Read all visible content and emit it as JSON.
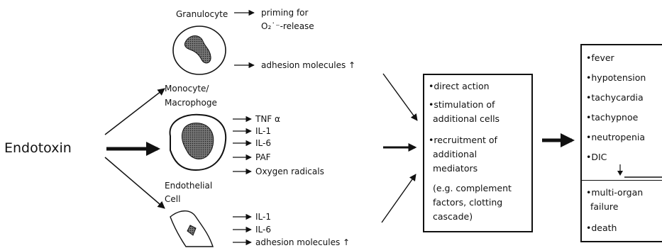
{
  "source_label": "Endotoxin",
  "cells": {
    "granulocyte": "Granulocyte",
    "monocyte_line1": "Monocyte/",
    "monocyte_line2": "Macrophoge",
    "endothelial_line1": "Endothelial",
    "endothelial_line2": "Cell"
  },
  "granulocyte_effects": {
    "priming_line1": "priming for",
    "priming_line2": "O₂˙⁻-release",
    "adhesion": "adhesion molecules ↑"
  },
  "monocyte_effects": [
    "TNF α",
    "IL-1",
    "IL-6",
    "PAF",
    "Oxygen radicals"
  ],
  "endothelial_effects": [
    "IL-1",
    "IL-6",
    "adhesion molecules ↑"
  ],
  "mechanisms_box": {
    "items": [
      "•direct action",
      "•stimulation of",
      "additional cells",
      "•recruitment of",
      "additional",
      "mediators",
      "(e.g. complement",
      "factors, clotting",
      "cascade)"
    ]
  },
  "outcomes_box": {
    "upper": [
      "•fever",
      "•hypotension",
      "•tachycardia",
      "•tachypnoe",
      "•neutropenia",
      "•DIC"
    ],
    "lower": [
      "•multi-organ",
      "failure",
      "•death"
    ]
  },
  "colors": {
    "ink": "#111111",
    "cell_fill": "#555555"
  }
}
